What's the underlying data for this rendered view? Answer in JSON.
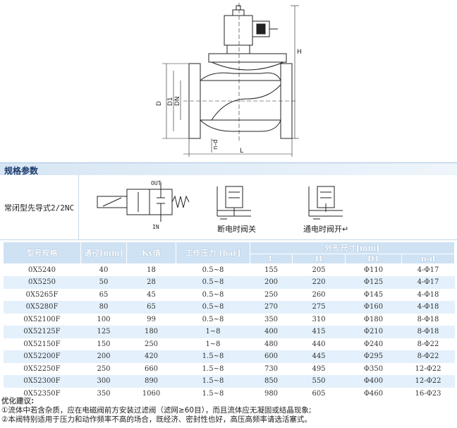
{
  "drawing": {
    "dim_labels": {
      "H": "H",
      "D": "D",
      "D1": "D1",
      "DN": "DN",
      "nd": "n-d",
      "L": "L"
    }
  },
  "section": {
    "title": "规格参数"
  },
  "type_row": {
    "label": "常闭型先导式2/2NC",
    "out_label": "OUT",
    "in_label": "IN",
    "closed_caption": "断电时阀关",
    "open_caption": "通电时阀开↵"
  },
  "table": {
    "headers": {
      "model": "型号规格",
      "bore": "通径[mm]",
      "kv": "Kv值",
      "pressure": "工作压力 [bar]",
      "dims": "外形尺寸[mm]",
      "L": "L",
      "H": "H",
      "D1": "D1",
      "nd": "n-d"
    },
    "rows": [
      {
        "model": "0X5240",
        "bore": "40",
        "kv": "18",
        "pressure": "0.5~8",
        "L": "155",
        "H": "205",
        "D1": "Φ110",
        "nd": "4-Φ17"
      },
      {
        "model": "0X5250",
        "bore": "50",
        "kv": "28",
        "pressure": "0.5~8",
        "L": "200",
        "H": "220",
        "D1": "Φ125",
        "nd": "4-Φ17"
      },
      {
        "model": "0X5265F",
        "bore": "65",
        "kv": "45",
        "pressure": "0.5~8",
        "L": "250",
        "H": "260",
        "D1": "Φ145",
        "nd": "4-Φ18"
      },
      {
        "model": "0X5280F",
        "bore": "80",
        "kv": "65",
        "pressure": "0.5~8",
        "L": "270",
        "H": "275",
        "D1": "Φ160",
        "nd": "4-Φ18"
      },
      {
        "model": "0X52100F",
        "bore": "100",
        "kv": "99",
        "pressure": "0.5~8",
        "L": "350",
        "H": "310",
        "D1": "Φ180",
        "nd": "8-Φ18"
      },
      {
        "model": "0X52125F",
        "bore": "125",
        "kv": "180",
        "pressure": "1~8",
        "L": "400",
        "H": "415",
        "D1": "Φ210",
        "nd": "8-Φ18"
      },
      {
        "model": "0X52150F",
        "bore": "150",
        "kv": "250",
        "pressure": "1~8",
        "L": "480",
        "H": "440",
        "D1": "Φ240",
        "nd": "8-Φ22"
      },
      {
        "model": "0X52200F",
        "bore": "200",
        "kv": "420",
        "pressure": "1.5~8",
        "L": "600",
        "H": "445",
        "D1": "Φ295",
        "nd": "8-Φ22"
      },
      {
        "model": "0X52250F",
        "bore": "250",
        "kv": "660",
        "pressure": "1.5~8",
        "L": "730",
        "H": "495",
        "D1": "Φ350",
        "nd": "12-Φ22"
      },
      {
        "model": "0X52300F",
        "bore": "300",
        "kv": "890",
        "pressure": "1.5~8",
        "L": "850",
        "H": "550",
        "D1": "Φ400",
        "nd": "12-Φ22"
      },
      {
        "model": "0X52350F",
        "bore": "350",
        "kv": "1060",
        "pressure": "1.5~8",
        "L": "980",
        "H": "605",
        "D1": "Φ460",
        "nd": "16-Φ23"
      }
    ]
  },
  "notes": {
    "title": "优化建议:",
    "items": [
      "①流体中若含杂质，应在电磁阀前方安装过滤阀（滤网≥60目），而且流体应无凝固或结晶现象;",
      "②本阀特别适用于压力和动作频率不高的场合，既经济、密封性也好，高压高频率请选活塞式。"
    ]
  }
}
